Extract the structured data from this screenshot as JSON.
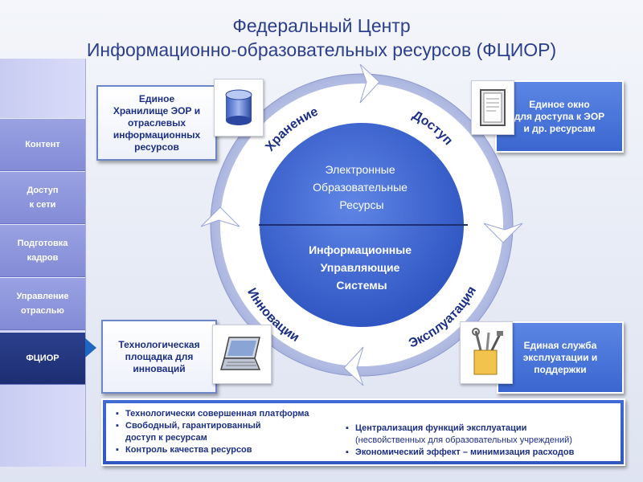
{
  "header": {
    "line1": "Федеральный Центр",
    "line2": "Информационно-образовательных ресурсов (ФЦИОР)"
  },
  "nav": {
    "items": [
      {
        "lines": [
          "Контент"
        ]
      },
      {
        "lines": [
          "Доступ",
          "к сети"
        ]
      },
      {
        "lines": [
          "Подготовка",
          "кадров"
        ]
      },
      {
        "lines": [
          "Управление",
          "отраслью"
        ]
      },
      {
        "lines": [
          "ФЦИОР"
        ],
        "active": true
      }
    ]
  },
  "circle": {
    "top_text": "Электронные\nОбразовательные\nРесурсы",
    "bottom_text": "Информационные\nУправляющие\nСистемы",
    "arc_labels": {
      "storage": "Хранение",
      "access": "Доступ",
      "innovation": "Инновации",
      "operation": "Эксплуатация"
    }
  },
  "boxes": {
    "top_left": "Единое\nХранилище ЭОР и\nотраслевых\nинформационных\nресурсов",
    "top_right": "Единое окно\nдля доступа к ЭОР\nи др. ресурсам",
    "bottom_left": "Технологическая\nплощадка для\nинноваций",
    "bottom_right": "Единая служба\nэксплуатации и\nподдержки"
  },
  "icons": {
    "top_left": "database-icon",
    "top_right": "window-icon",
    "bottom_left": "laptop-icon",
    "bottom_right": "tools-icon"
  },
  "bottom_panel": {
    "left": [
      {
        "text": "Технологически совершенная платформа",
        "bullet": true
      },
      {
        "text": "Свободный, гарантированный",
        "bullet": true
      },
      {
        "text": "доступ к ресурсам",
        "bullet": false
      },
      {
        "text": "Контроль качества ресурсов",
        "bullet": true
      }
    ],
    "right": [
      {
        "text": "Централизация функций эксплуатации",
        "bullet": true,
        "sub": false
      },
      {
        "text": "(несвойственных для образовательных учреждений)",
        "bullet": false,
        "sub": true
      },
      {
        "text": "Экономический эффект – минимизация расходов",
        "bullet": true,
        "sub": false
      }
    ]
  },
  "colors": {
    "title": "#2b3f8c",
    "ring": "#ffffff",
    "inner_circle": "#3d63cf",
    "box_blue": "#4a75db"
  }
}
